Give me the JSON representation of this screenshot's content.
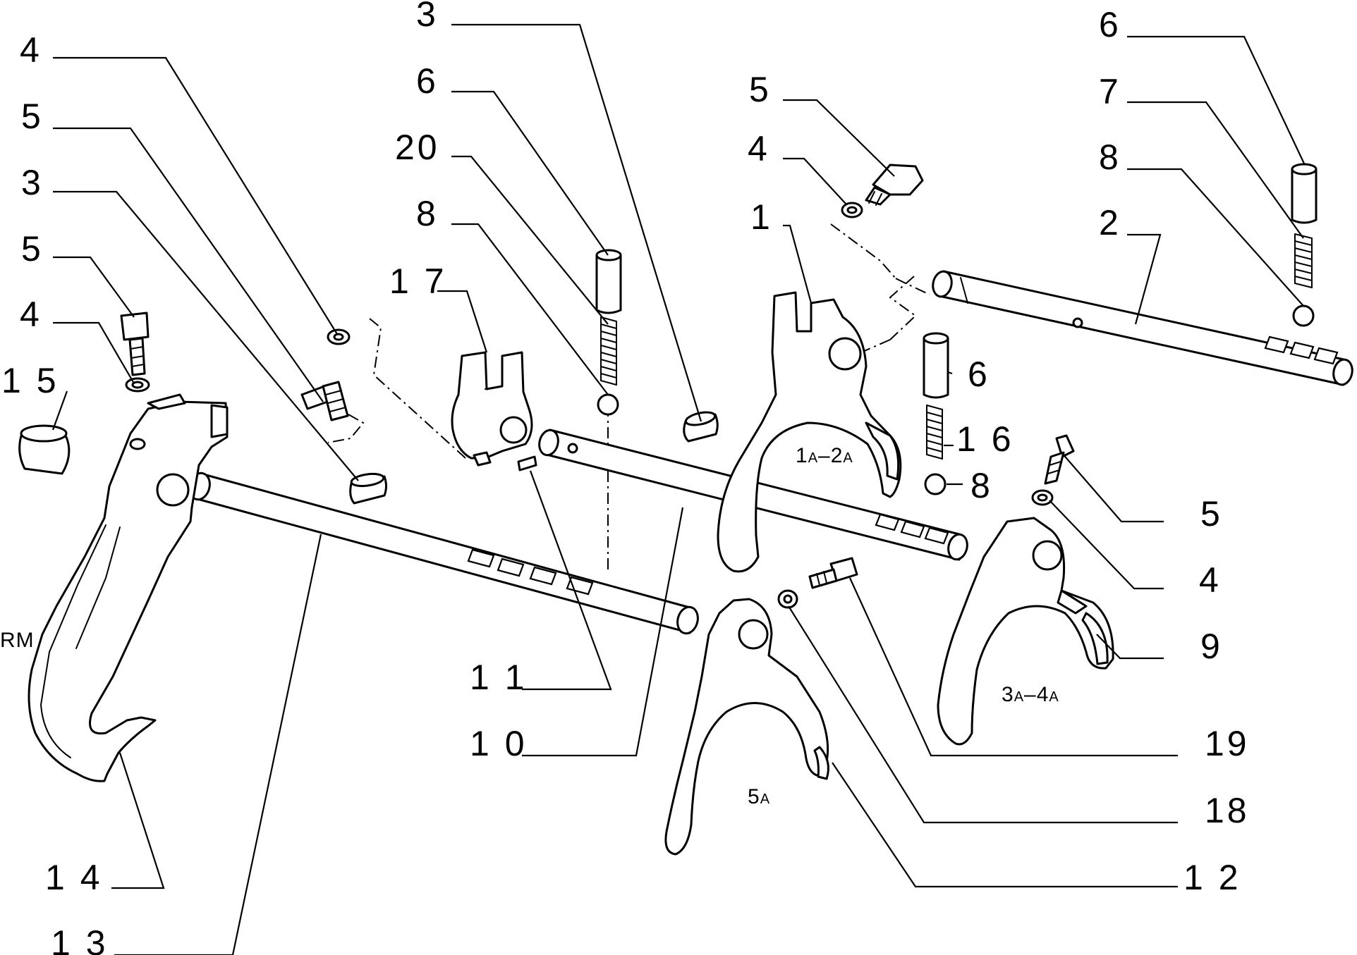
{
  "diagram": {
    "callouts": [
      {
        "id": "c4a",
        "text": "4"
      },
      {
        "id": "c5a",
        "text": "5"
      },
      {
        "id": "c3a",
        "text": "3"
      },
      {
        "id": "c5b",
        "text": "5"
      },
      {
        "id": "c4b",
        "text": "4"
      },
      {
        "id": "c15",
        "text": "1 5"
      },
      {
        "id": "c3b",
        "text": "3"
      },
      {
        "id": "c6a",
        "text": "6"
      },
      {
        "id": "c20",
        "text": "20"
      },
      {
        "id": "c8a",
        "text": "8"
      },
      {
        "id": "c17",
        "text": "1 7"
      },
      {
        "id": "c5c",
        "text": "5"
      },
      {
        "id": "c4c",
        "text": "4"
      },
      {
        "id": "c1",
        "text": "1"
      },
      {
        "id": "c6b",
        "text": "6"
      },
      {
        "id": "c7",
        "text": "7"
      },
      {
        "id": "c8b",
        "text": "8"
      },
      {
        "id": "c2",
        "text": "2"
      },
      {
        "id": "c6c",
        "text": "6"
      },
      {
        "id": "c16",
        "text": "1 6"
      },
      {
        "id": "c8c",
        "text": "8"
      },
      {
        "id": "c5d",
        "text": "5"
      },
      {
        "id": "c4d",
        "text": "4"
      },
      {
        "id": "c9",
        "text": "9"
      },
      {
        "id": "c11",
        "text": "1 1"
      },
      {
        "id": "c10",
        "text": "1 0"
      },
      {
        "id": "c19",
        "text": "19"
      },
      {
        "id": "c18",
        "text": "18"
      },
      {
        "id": "c12",
        "text": "1 2"
      },
      {
        "id": "c14",
        "text": "1 4"
      },
      {
        "id": "c13",
        "text": "1 3"
      }
    ],
    "gear_tags": {
      "rm": "RM",
      "g12_main": "1",
      "g12_sub": "A",
      "g12_sep": "–2",
      "g12_sub2": "A",
      "g34_main": "3",
      "g34_sub": "A",
      "g34_sep": "–4",
      "g34_sub2": "A",
      "g5_main": "5",
      "g5_sub": "A"
    }
  }
}
